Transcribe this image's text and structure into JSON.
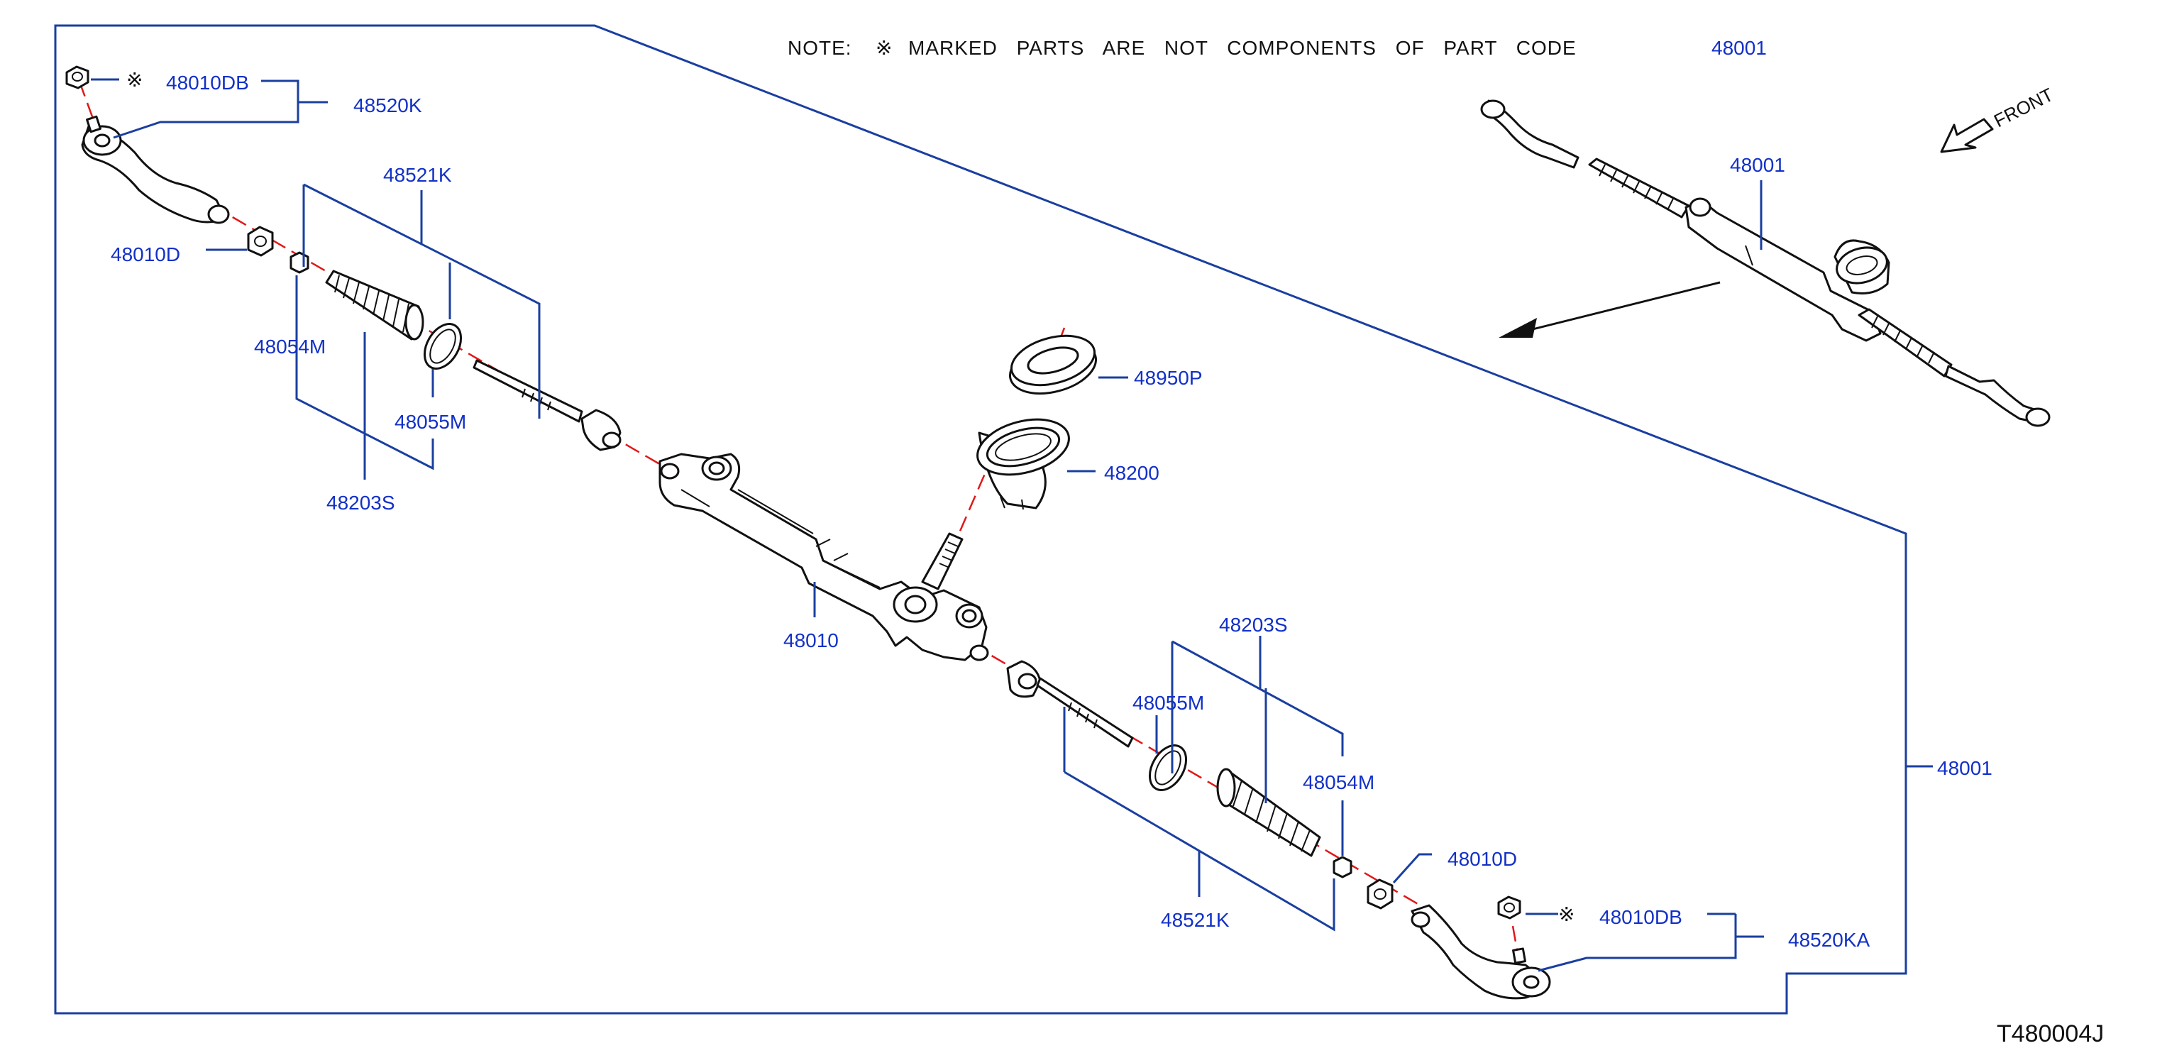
{
  "note": {
    "prefix": "NOTE:",
    "mark": "※",
    "text": "MARKED PARTS ARE NOT COMPONENTS OF PART CODE",
    "code": "48001"
  },
  "labels": {
    "l48010DB_top": "48010DB",
    "l48520K": "48520K",
    "l48521K_top": "48521K",
    "l48010D_left": "48010D",
    "l48054M_left": "48054M",
    "l48055M_left": "48055M",
    "l48203S_left": "48203S",
    "l48950P": "48950P",
    "l48200": "48200",
    "l48010": "48010",
    "l48001_inset": "48001",
    "l48203S_right": "48203S",
    "l48055M_right": "48055M",
    "l48054M_right": "48054M",
    "l48010D_right": "48010D",
    "l48010DB_bottom": "48010DB",
    "l48520KA": "48520KA",
    "l48521K_bottom": "48521K",
    "l48001_frame": "48001"
  },
  "marks": {
    "top": "※",
    "bottom": "※"
  },
  "front_label": "FRONT",
  "diagram_code": "T480004J"
}
